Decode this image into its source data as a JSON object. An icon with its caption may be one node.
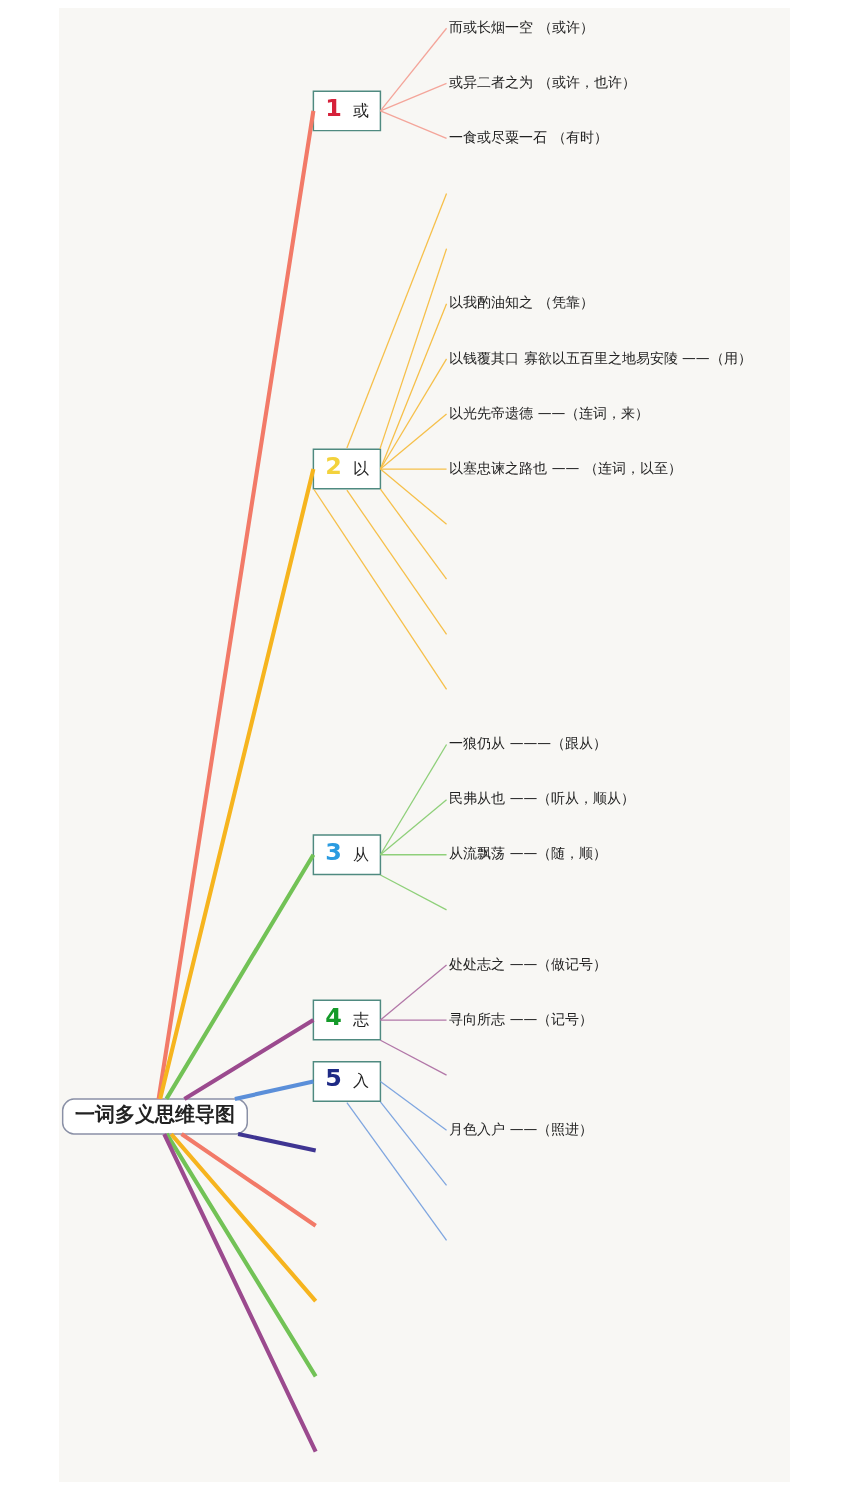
{
  "diagram": {
    "nodes": [
      {
        "text": [
          "一词多义思维导图"
        ]
      },
      {
        "text": [
          "1",
          "或"
        ]
      },
      {
        "text": [
          "而或长烟一空 （或许）"
        ]
      },
      {
        "text": [
          "或异二者之为 （或许，也许）"
        ]
      },
      {
        "text": [
          "一食或尽粟一石 （有时）"
        ]
      },
      {
        "text": [
          "2",
          "以"
        ]
      },
      {
        "text": [
          "以我酌油知之 （凭靠）"
        ]
      },
      {
        "text": [
          "以钱覆其口 寡欲以五百里之地易安陵 ——（用）"
        ]
      },
      {
        "text": [
          "以光先帝遗德 ——（连词，来）"
        ]
      },
      {
        "text": [
          "以塞忠谏之路也 —— （连词，以至）"
        ]
      },
      {
        "text": [
          "3",
          "从"
        ]
      },
      {
        "text": [
          "一狼仍从 ———（跟从）"
        ]
      },
      {
        "text": [
          "民弗从也 ——（听从，顺从）"
        ]
      },
      {
        "text": [
          "从流飘荡 ——（随，顺）"
        ]
      },
      {
        "text": [
          "4",
          "志"
        ]
      },
      {
        "text": [
          "处处志之 ——（做记号）"
        ]
      },
      {
        "text": [
          "寻向所志 ——（记号）"
        ]
      },
      {
        "text": [
          "5",
          "入"
        ]
      },
      {
        "text": [
          "月色入户 ——（照进）"
        ]
      }
    ],
    "edges": [
      {
        "from": 0,
        "to": 1,
        "arrow": "none",
        "style": "thick",
        "color": "#f27a68"
      },
      {
        "from": 1,
        "to": 2,
        "arrow": "none",
        "color": "#f4a59a"
      },
      {
        "from": 1,
        "to": 3,
        "arrow": "none",
        "color": "#f4a59a"
      },
      {
        "from": 1,
        "to": 4,
        "arrow": "none",
        "color": "#f4a59a"
      },
      {
        "from": 0,
        "to": 5,
        "arrow": "none",
        "style": "thick",
        "color": "#f6b41e"
      },
      {
        "from": 5,
        "to": 6,
        "arrow": "none",
        "color": "#f6c04a"
      },
      {
        "from": 5,
        "to": 7,
        "arrow": "none",
        "color": "#f6c04a"
      },
      {
        "from": 5,
        "to": 8,
        "arrow": "none",
        "color": "#f6c04a"
      },
      {
        "from": 5,
        "to": 9,
        "arrow": "none",
        "color": "#f6c04a"
      },
      {
        "from": 5,
        "to": null,
        "arrow": "none",
        "color": "#f6c04a"
      },
      {
        "from": 5,
        "to": null,
        "arrow": "none",
        "color": "#f6c04a"
      },
      {
        "from": 5,
        "to": null,
        "arrow": "none",
        "color": "#f6c04a"
      },
      {
        "from": 5,
        "to": null,
        "arrow": "none",
        "color": "#f6c04a"
      },
      {
        "from": 5,
        "to": null,
        "arrow": "none",
        "color": "#f6c04a"
      },
      {
        "from": 5,
        "to": null,
        "arrow": "none",
        "color": "#f6c04a"
      },
      {
        "from": 0,
        "to": 10,
        "arrow": "none",
        "style": "thick",
        "color": "#72c256"
      },
      {
        "from": 10,
        "to": 11,
        "arrow": "none",
        "color": "#8fd07a"
      },
      {
        "from": 10,
        "to": 12,
        "arrow": "none",
        "color": "#8fd07a"
      },
      {
        "from": 10,
        "to": 13,
        "arrow": "none",
        "color": "#8fd07a"
      },
      {
        "from": 10,
        "to": null,
        "arrow": "none",
        "color": "#8fd07a"
      },
      {
        "from": 0,
        "to": 14,
        "arrow": "none",
        "style": "thick",
        "color": "#9b4a8e"
      },
      {
        "from": 14,
        "to": 15,
        "arrow": "none",
        "color": "#b277a8"
      },
      {
        "from": 14,
        "to": 16,
        "arrow": "none",
        "color": "#b277a8"
      },
      {
        "from": 14,
        "to": null,
        "arrow": "none",
        "color": "#b277a8"
      },
      {
        "from": 0,
        "to": 17,
        "arrow": "none",
        "style": "thick",
        "color": "#5b8fd9"
      },
      {
        "from": 17,
        "to": 18,
        "arrow": "none",
        "color": "#7fa6e0"
      },
      {
        "from": 17,
        "to": null,
        "arrow": "none",
        "color": "#7fa6e0"
      },
      {
        "from": 17,
        "to": null,
        "arrow": "none",
        "color": "#7fa6e0"
      },
      {
        "from": 0,
        "to": null,
        "arrow": "none",
        "style": "thick",
        "color": "#9b4a8e"
      },
      {
        "from": 0,
        "to": null,
        "arrow": "none",
        "style": "thick",
        "color": "#72c256"
      },
      {
        "from": 0,
        "to": null,
        "arrow": "none",
        "style": "thick",
        "color": "#f6b41e"
      },
      {
        "from": 0,
        "to": null,
        "arrow": "none",
        "style": "thick",
        "color": "#f27a68"
      },
      {
        "from": 0,
        "to": null,
        "arrow": "none",
        "style": "thick",
        "color": "#3f3592"
      }
    ]
  }
}
